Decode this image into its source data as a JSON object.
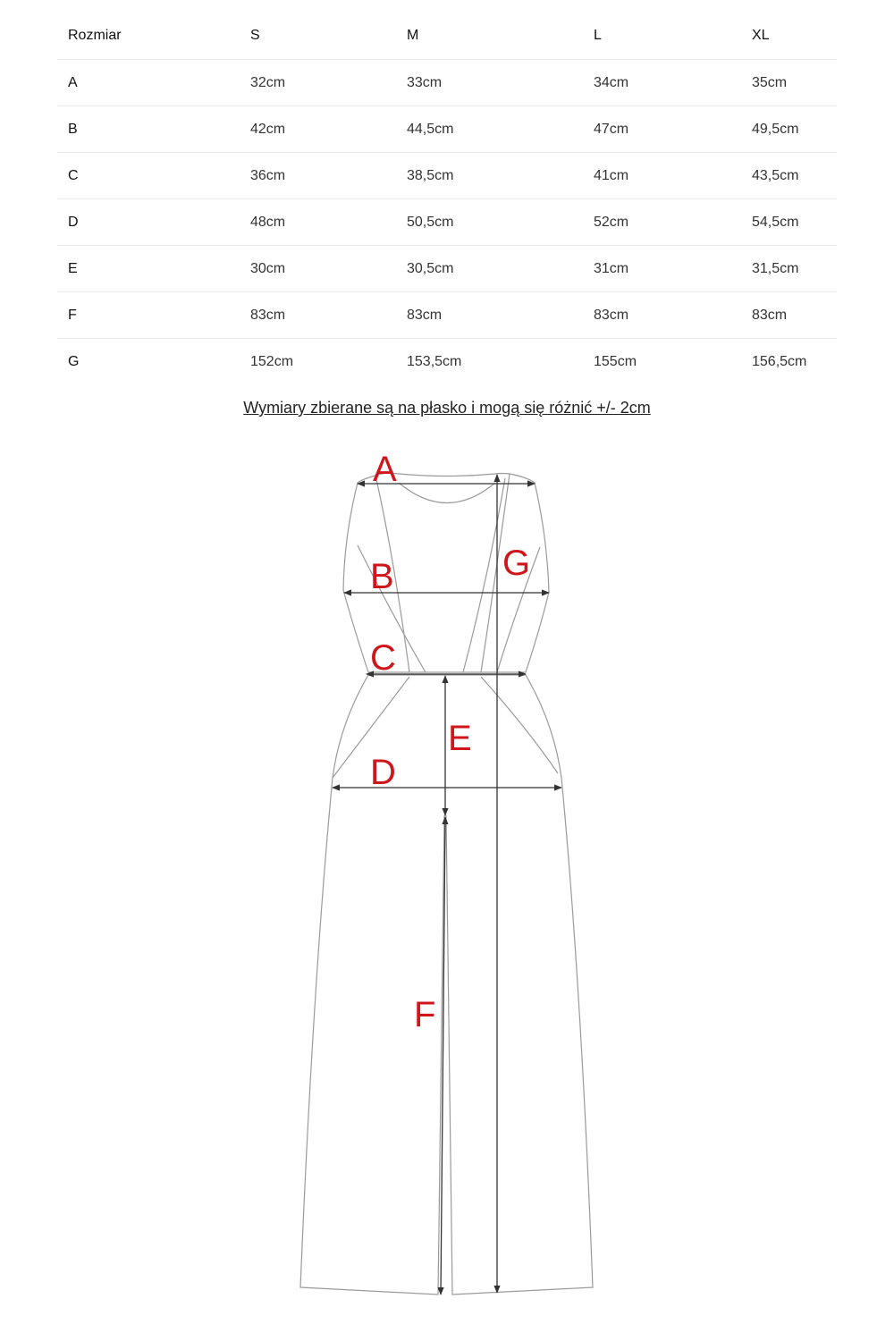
{
  "table": {
    "headers": [
      "Rozmiar",
      "S",
      "M",
      "L",
      "XL"
    ],
    "rows": [
      [
        "A",
        "32cm",
        "33cm",
        "34cm",
        "35cm"
      ],
      [
        "B",
        "42cm",
        "44,5cm",
        "47cm",
        "49,5cm"
      ],
      [
        "C",
        "36cm",
        "38,5cm",
        "41cm",
        "43,5cm"
      ],
      [
        "D",
        "48cm",
        "50,5cm",
        "52cm",
        "54,5cm"
      ],
      [
        "E",
        "30cm",
        "30,5cm",
        "31cm",
        "31,5cm"
      ],
      [
        "F",
        "83cm",
        "83cm",
        "83cm",
        "83cm"
      ],
      [
        "G",
        "152cm",
        "153,5cm",
        "155cm",
        "156,5cm"
      ]
    ]
  },
  "note": "Wymiary zbierane są na płasko i mogą się różnić +/- 2cm",
  "diagram": {
    "labels": {
      "a": "A",
      "b": "B",
      "c": "C",
      "d": "D",
      "e": "E",
      "f": "F",
      "g": "G"
    },
    "label_color": "#d0161b",
    "line_color": "#999999",
    "arrow_color": "#333333"
  }
}
